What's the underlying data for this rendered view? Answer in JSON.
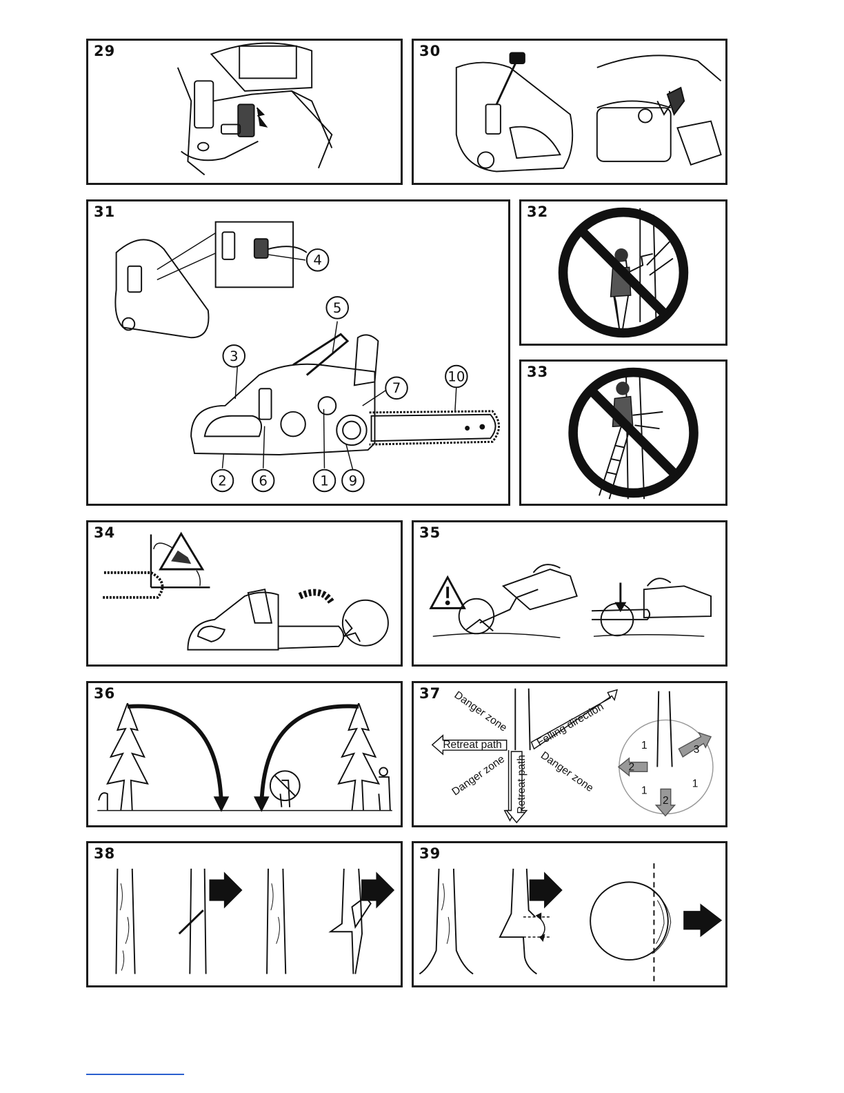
{
  "figures": [
    {
      "number": "29"
    },
    {
      "number": "30"
    },
    {
      "number": "31",
      "callouts": [
        "1",
        "2",
        "3",
        "4",
        "5",
        "6",
        "7",
        "9",
        "10"
      ]
    },
    {
      "number": "32"
    },
    {
      "number": "33"
    },
    {
      "number": "34"
    },
    {
      "number": "35"
    },
    {
      "number": "36"
    },
    {
      "number": "37",
      "labels": {
        "danger_zone_top": "Danger zone",
        "felling_direction": "Felling direction",
        "retreat_path_left": "Retreat path",
        "danger_zone_left": "Danger zone",
        "retreat_path_down": "Retreat path",
        "danger_zone_right": "Danger zone",
        "circle_1a": "1",
        "circle_1b": "1",
        "circle_1c": "1",
        "circle_2a": "2",
        "circle_2b": "2",
        "circle_3": "3"
      }
    },
    {
      "number": "38"
    },
    {
      "number": "39"
    }
  ]
}
